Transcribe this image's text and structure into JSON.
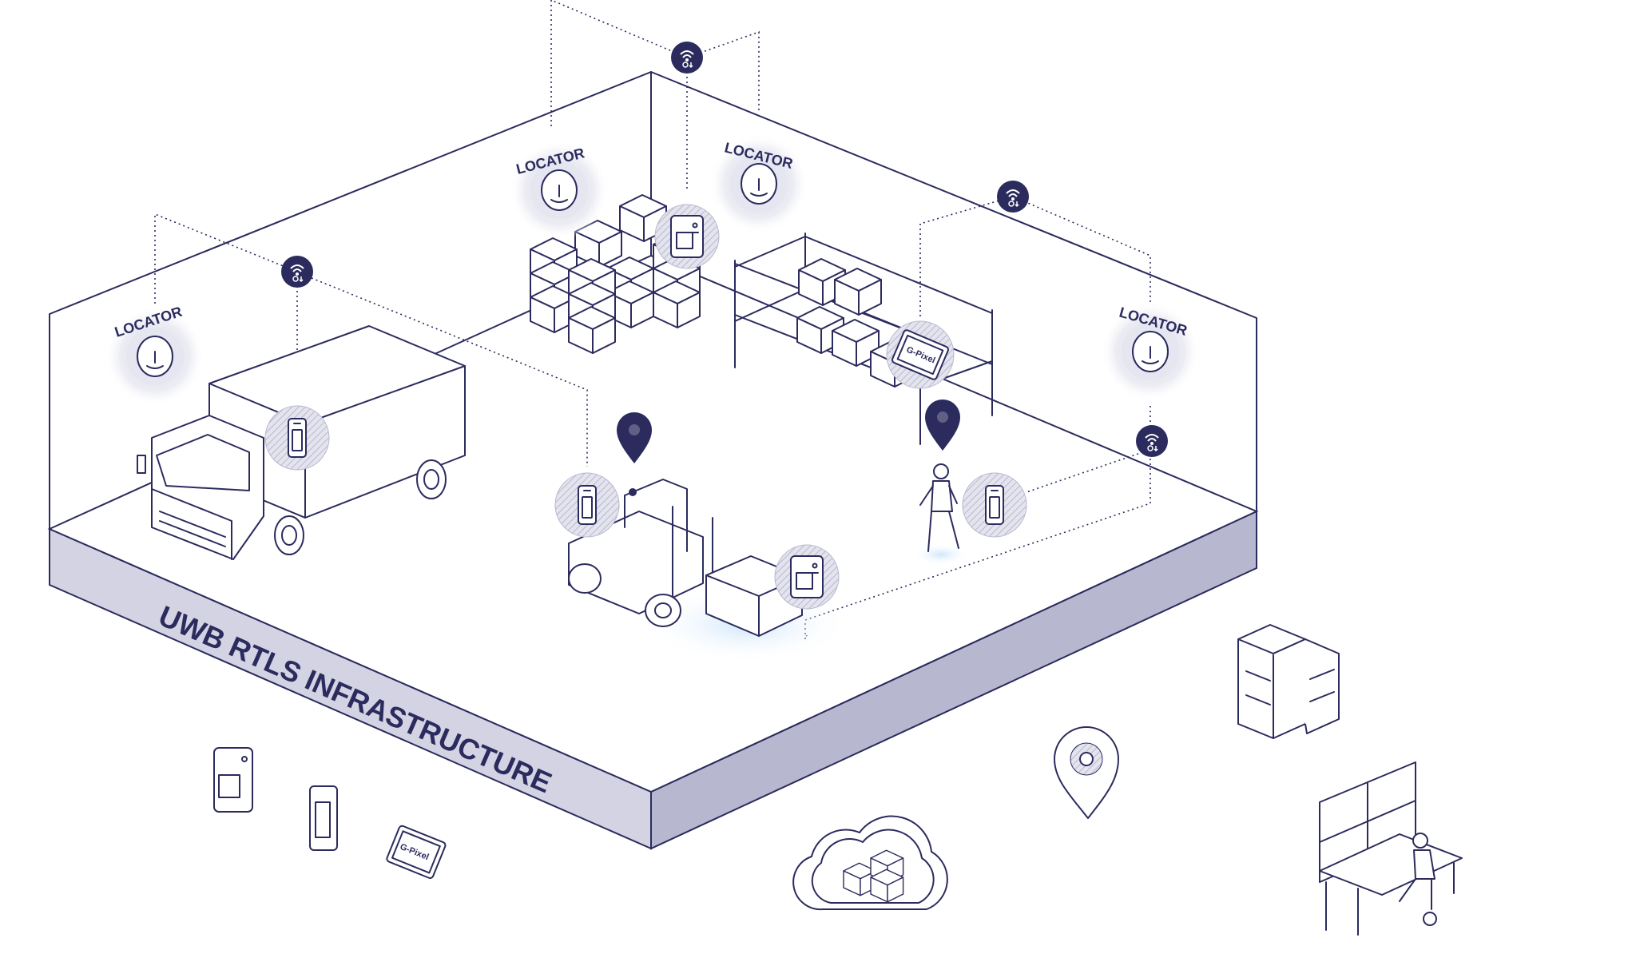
{
  "diagram": {
    "title": "UWB RTLS INFRASTRUCTURE",
    "locator_label": "LOCATOR",
    "locators": [
      {
        "label": "LOCATOR"
      },
      {
        "label": "LOCATOR"
      },
      {
        "label": "LOCATOR"
      },
      {
        "label": "LOCATOR"
      }
    ],
    "display_tag_label": "G-Pixel",
    "colors": {
      "ink": "#2b2b5e",
      "floor_side": "#c9c9dc",
      "floor_side_dark": "#b3b3cc",
      "halo": "#ececf4",
      "glow": "#d9ecfb",
      "gateway_fill": "#2b2b5e"
    },
    "icons": [
      "wifi-gateway-icon",
      "location-pin-icon",
      "uwb-tag-icon",
      "server-rack-icon",
      "cloud-server-icon",
      "control-room-icon",
      "settings-pin-icon"
    ]
  }
}
